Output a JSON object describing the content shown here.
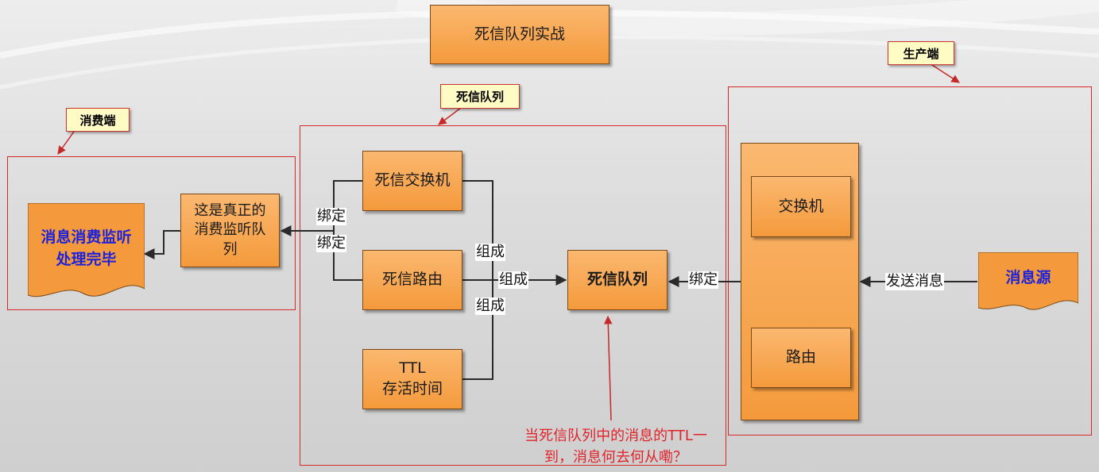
{
  "title": "死信队列实战",
  "callouts": {
    "producer": "生产端",
    "dlq": "死信队列",
    "consumer": "消费端"
  },
  "producer": {
    "exchange": "交换机",
    "routing": "路由",
    "source": "消息源",
    "send_label": "发送消息",
    "bind_label": "绑定"
  },
  "dlq": {
    "exchange": "死信交换机",
    "routing": "死信路由",
    "ttl_line1": "TTL",
    "ttl_line2": "存活时间",
    "queue": "死信队列",
    "compose_1": "组成",
    "compose_2": "组成",
    "compose_3": "组成",
    "bind_1": "绑定",
    "bind_2": "绑定"
  },
  "consumer": {
    "listener_line1": "这是真正的",
    "listener_line2": "消费监听队",
    "listener_line3": "列",
    "result_line1": "消息消费监听",
    "result_line2": "处理完毕"
  },
  "note": {
    "line1": "当死信队列中的消息的TTL一",
    "line2": "到，消息何去何从嘞？"
  },
  "colors": {
    "box": "#f49a3c",
    "frame": "#d42a2a",
    "callout": "#fffbc4",
    "emphasis_text": "#1e22d8",
    "note_text": "#e0242a"
  }
}
